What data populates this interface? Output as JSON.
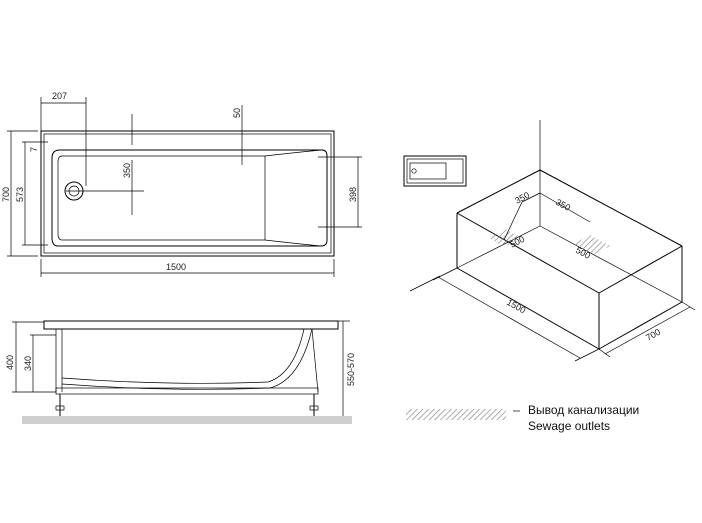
{
  "top_view": {
    "dim_top_left": "207",
    "dim_top_right": "50",
    "dim_left_outer": "700",
    "dim_left_inner": "573",
    "dim_small": "7",
    "dim_drain": "350",
    "dim_right": "398",
    "dim_length": "1500"
  },
  "side_view": {
    "dim_height": "400",
    "dim_inner_height": "340",
    "dim_total_height": "550-570"
  },
  "iso_view": {
    "dim_a": "350",
    "dim_b": "350",
    "dim_c": "500",
    "dim_d": "500",
    "dim_length": "1500",
    "dim_width": "700"
  },
  "legend": {
    "label_ru": "Вывод канализации",
    "label_en": "Sewage outlets"
  },
  "colors": {
    "line": "#000000",
    "floor": "#cfcfcf",
    "hatch": "#888888"
  }
}
